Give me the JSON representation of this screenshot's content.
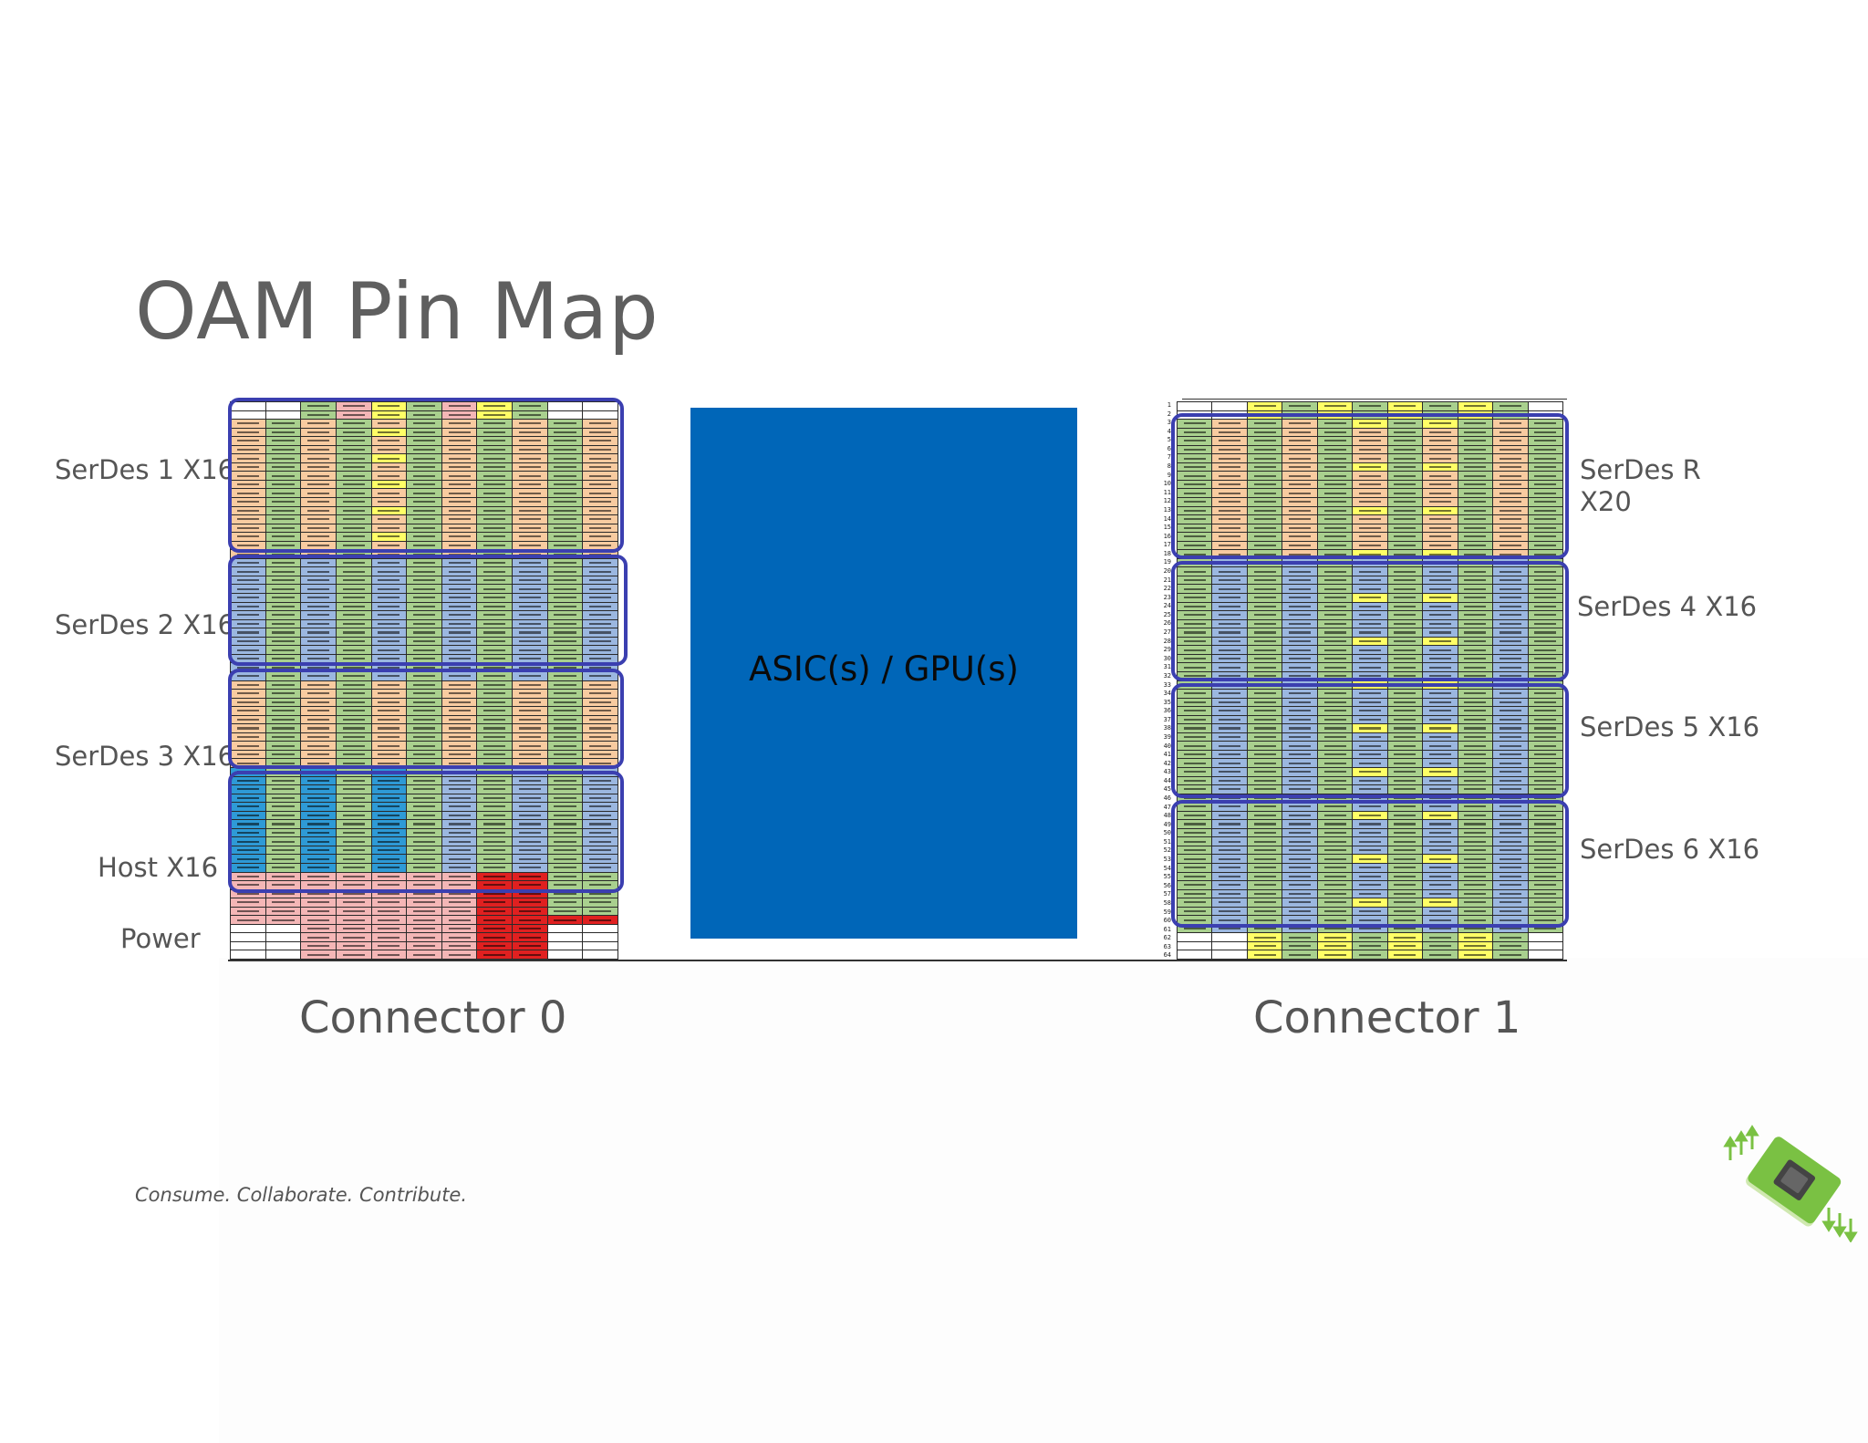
{
  "title": "OAM Pin Map",
  "center_block": {
    "label": "ASIC(s) / GPU(s)",
    "color": "#0066b8"
  },
  "connector0": {
    "label": "Connector 0",
    "groups": [
      "SerDes 1 X16",
      "SerDes 2 X16",
      "SerDes 3 X16",
      "Host X16",
      "Power"
    ]
  },
  "connector1": {
    "label": "Connector 1",
    "groups": [
      "SerDes R",
      "X20",
      "SerDes 4 X16",
      "SerDes 5 X16",
      "SerDes 6 X16"
    ]
  },
  "tagline": "Consume. Collaborate. Contribute.",
  "colors": {
    "ground": "#a9d08e",
    "serdes_blue": "#9bb7e0",
    "serdes_orange": "#f8cba0",
    "signal_yellow": "#ffff66",
    "pink": "#f4b6b6",
    "red": "#e02020",
    "host_blue": "#2e9ad6",
    "group_outline": "#3b3fb0",
    "logo_green": "#7ac143"
  },
  "logo_icon": "chip-logo-icon"
}
